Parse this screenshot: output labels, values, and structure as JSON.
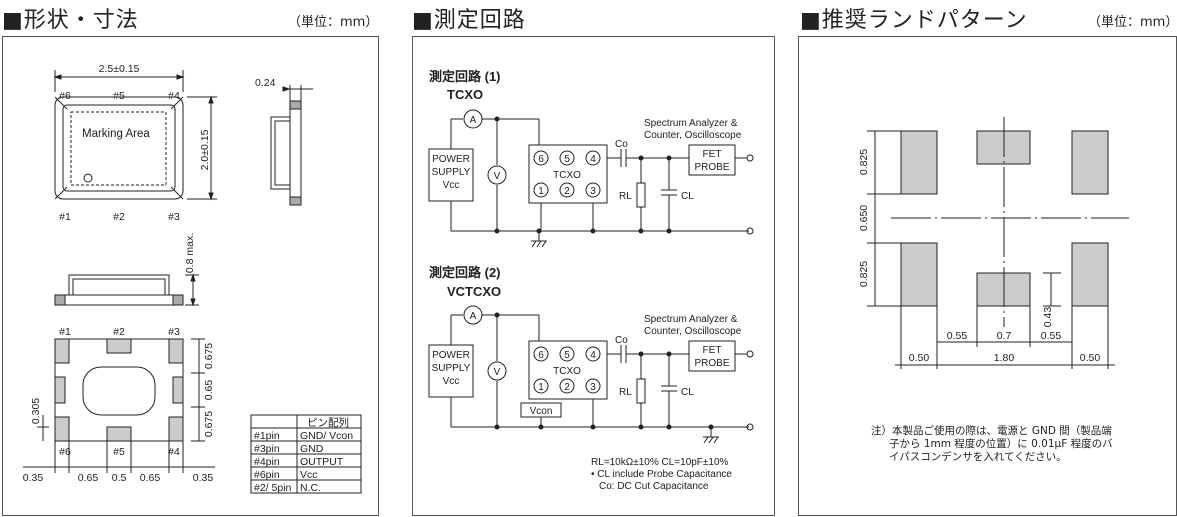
{
  "sections": {
    "shape": {
      "title": "■形状・寸法",
      "unit": "（単位：mm）"
    },
    "circuit": {
      "title": "■測定回路"
    },
    "land": {
      "title": "■推奨ランドパターン",
      "unit": "（単位：mm）"
    }
  },
  "shape_drawing": {
    "width_dim": "2.5±0.15",
    "height_dim": "2.0±0.15",
    "top_pins": [
      "#6",
      "#5",
      "#4"
    ],
    "bottom_pins": [
      "#1",
      "#2",
      "#3"
    ],
    "marking": "Marking Area",
    "thickness_dim": "0.24",
    "max_height": "0.8 max.",
    "bottom_view_top_pins": [
      "#1",
      "#2",
      "#3"
    ],
    "bottom_view_bottom_pins": [
      "#6",
      "#5",
      "#4"
    ],
    "right_dims": [
      "0.675",
      "0.65",
      "0.675"
    ],
    "left_dim": "0.305",
    "bottom_dims": [
      "0.35",
      "0.65",
      "0.5",
      "0.65",
      "0.35"
    ]
  },
  "pin_table": {
    "header": "ピン配列",
    "rows": [
      [
        "#1pin",
        "GND/ Vcon"
      ],
      [
        "#3pin",
        "GND"
      ],
      [
        "#4pin",
        "OUTPUT"
      ],
      [
        "#6pin",
        "Vcc"
      ],
      [
        "#2/ 5pin",
        "N.C."
      ]
    ]
  },
  "circuit1": {
    "label": "測定回路 (1)",
    "type": "TCXO",
    "power": [
      "POWER",
      "SUPPLY",
      "Vcc"
    ],
    "ammeter": "A",
    "voltmeter": "V",
    "device_pins_top": [
      "6",
      "5",
      "4"
    ],
    "device_pins_bottom": [
      "1",
      "2",
      "3"
    ],
    "device": "TCXO",
    "co": "Co",
    "rl": "RL",
    "cl": "CL",
    "probe": [
      "FET",
      "PROBE"
    ],
    "analyzer": [
      "Spectrum Analyzer &",
      "Counter, Oscilloscope"
    ]
  },
  "circuit2": {
    "label": "測定回路 (2)",
    "type": "VCTCXO",
    "power": [
      "POWER",
      "SUPPLY",
      "Vcc"
    ],
    "ammeter": "A",
    "voltmeter": "V",
    "device_pins_top": [
      "6",
      "5",
      "4"
    ],
    "device_pins_bottom": [
      "1",
      "2",
      "3"
    ],
    "device": "TCXO",
    "vcon": "Vcon",
    "co": "Co",
    "rl": "RL",
    "cl": "CL",
    "probe": [
      "FET",
      "PROBE"
    ],
    "analyzer": [
      "Spectrum Analyzer &",
      "Counter, Oscilloscope"
    ],
    "notes": [
      "RL=10kΩ±10%  CL=10pF±10%",
      "• CL include Probe Capacitance",
      "Co: DC   Cut Capacitance"
    ]
  },
  "land_pattern": {
    "left_dims": [
      "0.825",
      "0.650",
      "0.825"
    ],
    "right_dim": "0.43",
    "gap_dims": [
      "0.55",
      "0.7",
      "0.55"
    ],
    "bottom_dims": [
      "0.50",
      "1.80",
      "0.50"
    ],
    "note": [
      "注）本製品ご使用の際は、電源と GND 間（製品端",
      "子から 1mm 程度の位置）に 0.01μF 程度のバ",
      "イパスコンデンサを入れてください。"
    ]
  }
}
